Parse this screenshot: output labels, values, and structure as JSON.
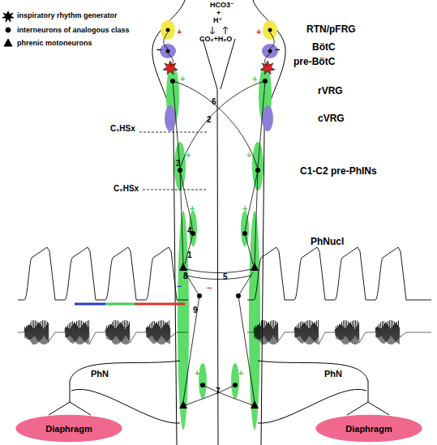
{
  "diagram": {
    "nodes": [
      {
        "text": [
          "Diaphragm"
        ]
      },
      {
        "text": [
          "Diaphragm"
        ]
      }
    ],
    "labels": [
      "HCO3⁻",
      "+",
      "H⁺",
      "CO₂+H₂O",
      "RTN/pFRG",
      "BötC",
      "pre-BötC",
      "rVRG",
      "cVRG",
      "C₁HSx",
      "C₂HSx",
      "C1-C2 pre-PhINs",
      "PhNucl",
      "PhN",
      "PhN",
      "1",
      "2",
      "3",
      "4",
      "5",
      "6",
      "7",
      "8",
      "9",
      "+",
      "+",
      "−",
      "−",
      "+",
      "+",
      "+",
      "+",
      "+",
      "+",
      "−",
      "−",
      "+",
      "+"
    ],
    "legend": [
      {
        "text": "inspiratory rhythm generator"
      },
      {
        "text": "interneurons of analogous class"
      },
      {
        "text": "phrenic motoneurons"
      }
    ]
  }
}
